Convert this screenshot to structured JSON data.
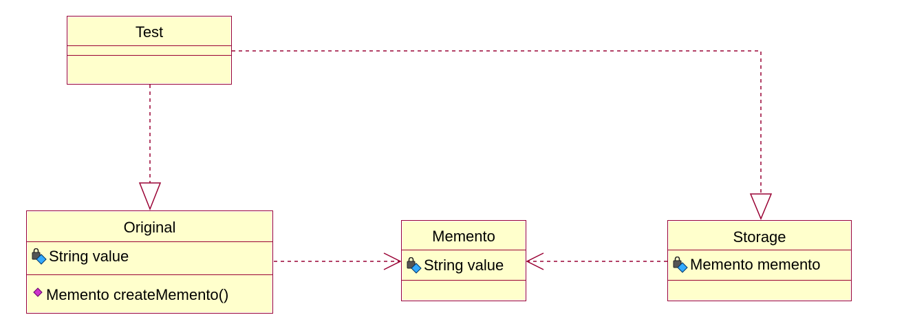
{
  "classes": {
    "test": {
      "name": "Test",
      "attributes": [],
      "operations": []
    },
    "original": {
      "name": "Original",
      "attributes": [
        {
          "icon": "private-attribute-icon",
          "text": "String value"
        }
      ],
      "operations": [
        {
          "icon": "public-operation-icon",
          "text": "Memento createMemento()"
        }
      ]
    },
    "memento": {
      "name": "Memento",
      "attributes": [
        {
          "icon": "private-attribute-icon",
          "text": "String value"
        }
      ],
      "operations": []
    },
    "storage": {
      "name": "Storage",
      "attributes": [
        {
          "icon": "private-attribute-icon",
          "text": "Memento memento"
        }
      ],
      "operations": []
    }
  },
  "relationships": [
    {
      "from": "Test",
      "to": "Original",
      "type": "realization"
    },
    {
      "from": "Test",
      "to": "Storage",
      "type": "realization"
    },
    {
      "from": "Original",
      "to": "Memento",
      "type": "dependency"
    },
    {
      "from": "Storage",
      "to": "Memento",
      "type": "dependency"
    }
  ],
  "colors": {
    "class_fill": "#ffffcc",
    "class_border": "#990033",
    "edge": "#990033",
    "operation_icon": "#cc00cc",
    "attribute_icon": "#3399ff"
  }
}
